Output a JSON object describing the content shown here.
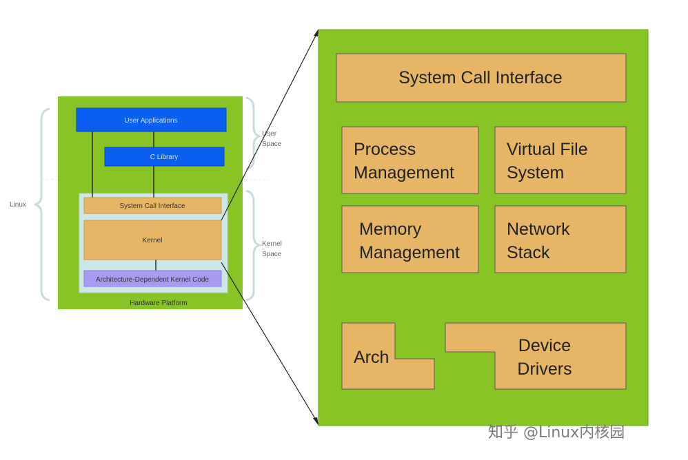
{
  "small_diagram": {
    "user_applications": "User Applications",
    "c_library": "C Library",
    "system_call_interface": "System Call Interface",
    "kernel": "Kernel",
    "arch_dependent_code": "Architecture-Dependent Kernel Code",
    "hardware_platform": "Hardware Platform",
    "label_linux": "Linux",
    "label_user_space_1": "User",
    "label_user_space_2": "Space",
    "label_kernel_space_1": "Kernel",
    "label_kernel_space_2": "Space"
  },
  "large_diagram": {
    "system_call_interface": "System Call Interface",
    "process_management_1": "Process",
    "process_management_2": "Management",
    "virtual_file_system_1": "Virtual File",
    "virtual_file_system_2": "System",
    "memory_management_1": "Memory",
    "memory_management_2": "Management",
    "network_stack_1": "Network",
    "network_stack_2": "Stack",
    "arch": "Arch",
    "device_drivers_1": "Device",
    "device_drivers_2": "Drivers"
  },
  "watermark": "知乎 @Linux内核园",
  "colors": {
    "green": "#88c425",
    "orange_box": "#e6b566",
    "blue_box": "#0a5ef0",
    "purple_box": "#a79cf2",
    "light_panel": "#cfe6e6"
  }
}
